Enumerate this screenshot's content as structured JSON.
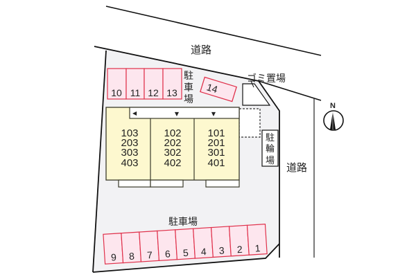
{
  "colors": {
    "background": "#ffffff",
    "lot_fill": "#f2f2f4",
    "outline": "#111111",
    "parking_fill": "#fde6ee",
    "parking_stroke": "#e0314b",
    "building_fill": "#fdf8cf",
    "building_stroke": "#3a3a2a",
    "corridor_fill": "#ffffff"
  },
  "roads": {
    "north": {
      "label": "道路"
    },
    "east": {
      "label": "道路"
    }
  },
  "facilities": {
    "garbage": {
      "label": "ゴミ置場"
    },
    "bicycle_parking": {
      "label_lines": [
        "駐",
        "輪",
        "場"
      ]
    },
    "parking_north": {
      "label_lines": [
        "駐",
        "車",
        "場"
      ]
    },
    "parking_south": {
      "label": "駐車場"
    }
  },
  "parking_north_slots": [
    "10",
    "11",
    "12",
    "13"
  ],
  "parking_slot_14": "14",
  "parking_south_slots": [
    "9",
    "8",
    "7",
    "6",
    "5",
    "4",
    "3",
    "2",
    "1"
  ],
  "building": {
    "units": [
      {
        "rooms": [
          "103",
          "203",
          "303",
          "403"
        ]
      },
      {
        "rooms": [
          "102",
          "202",
          "302",
          "402"
        ]
      },
      {
        "rooms": [
          "101",
          "201",
          "301",
          "401"
        ]
      }
    ],
    "entrance_markers": [
      "◀",
      "▼",
      "▼"
    ]
  },
  "compass": {
    "label": "N"
  }
}
